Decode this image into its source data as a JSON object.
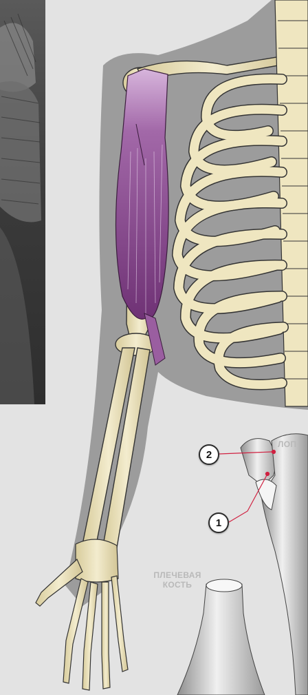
{
  "labels": {
    "scapula_partial": "ЛОП",
    "humerus_line1": "ПЛЕЧЕВАЯ",
    "humerus_line2": "КОСТЬ"
  },
  "markers": {
    "m1": "1",
    "m2": "2"
  },
  "colors": {
    "background": "#e3e3e3",
    "shadow": "#9a9a9a",
    "bone": "#efe6c0",
    "muscle": "#8b4a8e",
    "pointer_line": "#d02040"
  }
}
